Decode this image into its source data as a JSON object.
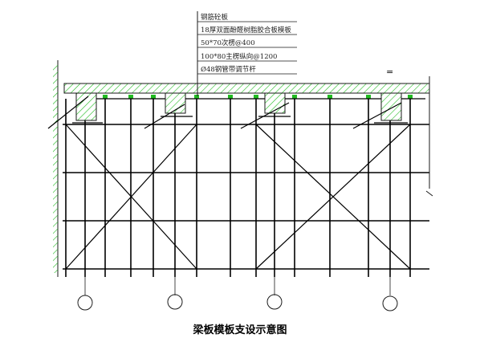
{
  "callout": {
    "lines": [
      "钢筋砼板",
      "18厚双面酚醛树脂胶合板模板",
      "50*70次楞@400",
      "100*80主楞纵向@1200",
      "Ø48钢管带调节杆"
    ]
  },
  "caption": "梁板模板支设示意图",
  "section_mark": "=",
  "colors": {
    "concrete": "#22bb22",
    "steel": "#000000",
    "outline": "#1a1a1a",
    "background": "#ffffff"
  }
}
